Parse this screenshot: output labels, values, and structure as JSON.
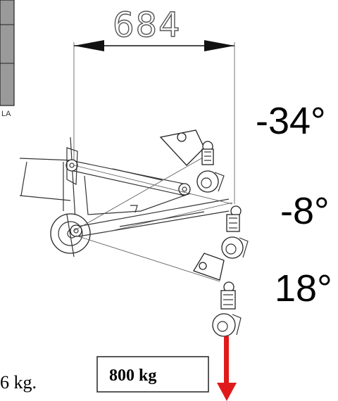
{
  "dimension": {
    "value": "684"
  },
  "angles": {
    "top": "-34°",
    "middle": "-8°",
    "bottom": "18°"
  },
  "load": {
    "label": "800 kg",
    "color": "#e01a1a"
  },
  "edge_text": {
    "fragment": "6 kg."
  },
  "corner_panel": {
    "label": "LA",
    "fill": "#999999"
  }
}
